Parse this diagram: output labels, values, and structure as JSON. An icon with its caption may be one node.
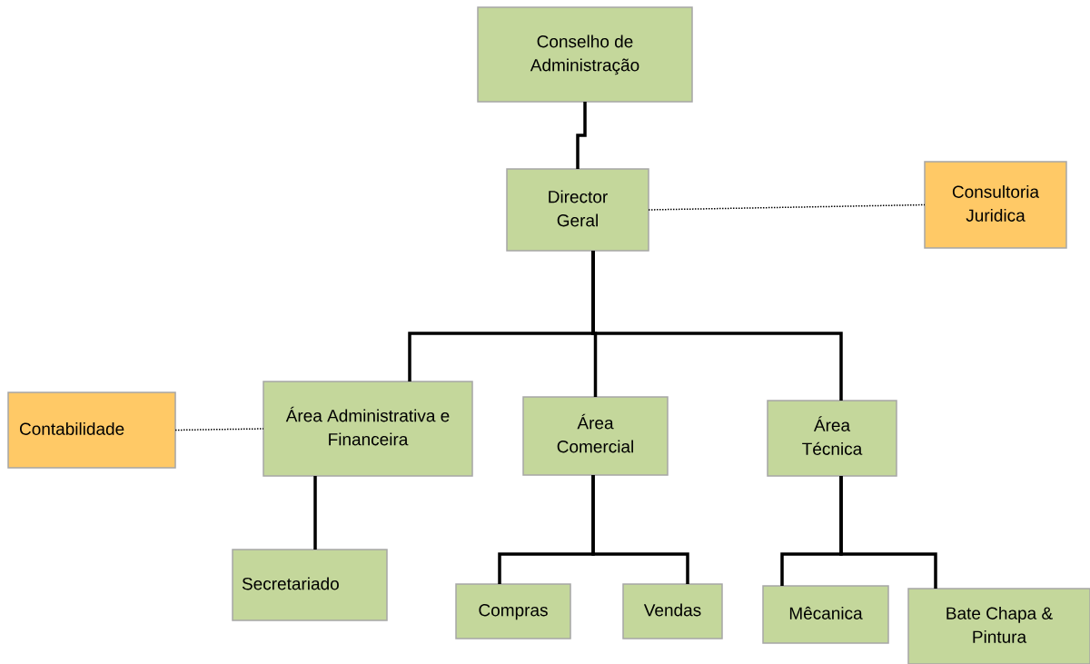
{
  "diagram": {
    "nodes": [
      {
        "text": [
          "Conselho de Administração"
        ]
      },
      {
        "text": [
          "Director Geral"
        ]
      },
      {
        "text": [
          "Consultoria Juridica"
        ]
      },
      {
        "text": [
          "Contabilidade"
        ]
      },
      {
        "text": [
          "Área Administrativa e Financeira"
        ]
      },
      {
        "text": [
          "Área Comercial"
        ]
      },
      {
        "text": [
          "Área Técnica"
        ]
      },
      {
        "text": [
          "Secretariado"
        ]
      },
      {
        "text": [
          "Compras"
        ]
      },
      {
        "text": [
          "Vendas"
        ]
      },
      {
        "text": [
          "Mêcanica"
        ]
      },
      {
        "text": [
          "Bate Chapa & Pintura"
        ]
      }
    ],
    "edges": [
      {
        "from": 0,
        "to": 1,
        "arrow": "none"
      },
      {
        "from": 1,
        "to": 2,
        "arrow": "none",
        "style": "dashed"
      },
      {
        "from": 1,
        "to": 4,
        "arrow": "none"
      },
      {
        "from": 1,
        "to": 5,
        "arrow": "none"
      },
      {
        "from": 1,
        "to": 6,
        "arrow": "none"
      },
      {
        "from": 3,
        "to": 4,
        "arrow": "none",
        "style": "dashed"
      },
      {
        "from": 4,
        "to": 7,
        "arrow": "none"
      },
      {
        "from": 5,
        "to": 8,
        "arrow": "none"
      },
      {
        "from": 5,
        "to": 9,
        "arrow": "none"
      },
      {
        "from": 6,
        "to": 10,
        "arrow": "none"
      },
      {
        "from": 6,
        "to": 11,
        "arrow": "none"
      }
    ]
  }
}
